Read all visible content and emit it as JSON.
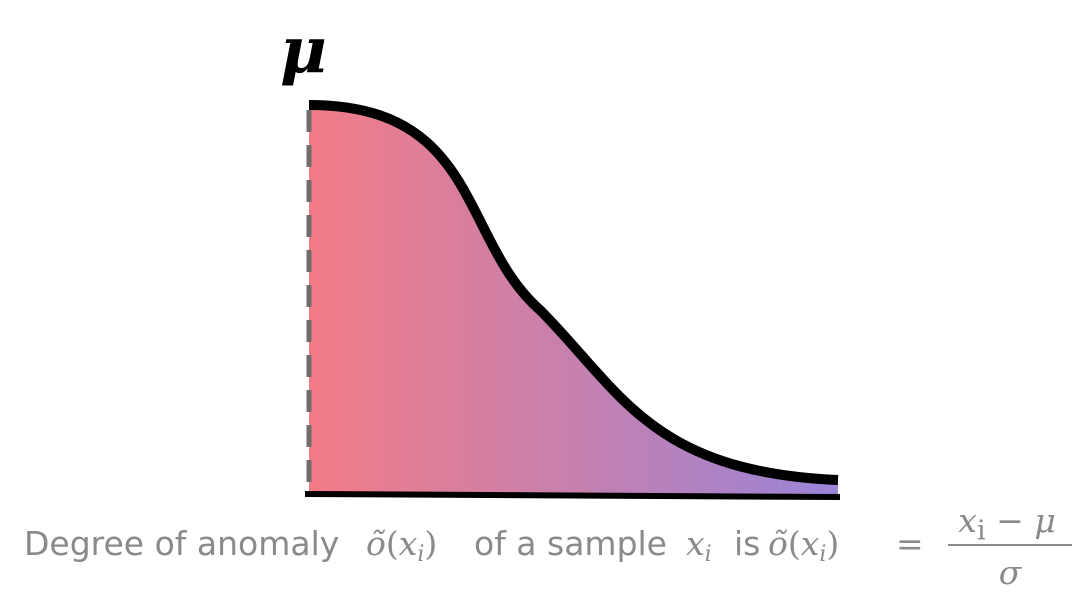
{
  "diagram": {
    "peak_label": "μ",
    "gradient": {
      "left_color": "#f27c86",
      "right_color": "#9a84d8"
    },
    "curve_color": "#000000",
    "dashed_line_color": "#6e6e6e"
  },
  "caption": {
    "part1": "Degree of anomaly",
    "math1_o": "õ",
    "math1_x": "x",
    "math1_sub": "i",
    "part2": "of a sample",
    "math2_x": "x",
    "math2_sub": "i",
    "part3": "is",
    "math3_o": "õ",
    "math3_x": "x",
    "math3_sub": "i",
    "equals": "=",
    "num_x": "x",
    "num_sub": "i",
    "num_op": "−",
    "num_mu": "μ",
    "den_sigma": "σ",
    "period": "."
  }
}
